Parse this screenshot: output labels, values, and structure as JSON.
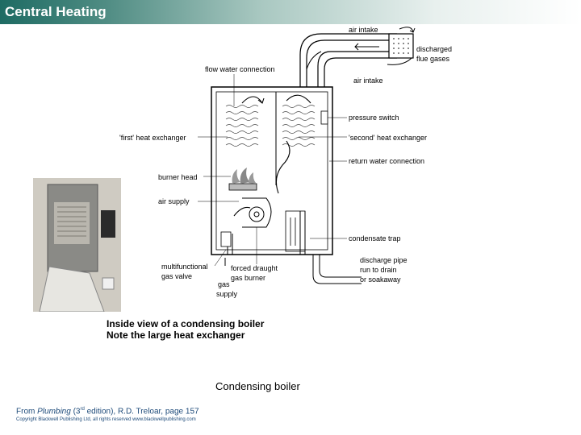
{
  "header": {
    "title": "Central Heating"
  },
  "labels": {
    "air_intake_top": "air intake",
    "discharged_1": "discharged",
    "discharged_2": "flue gases",
    "flow_water": "flow water connection",
    "air_intake_mid": "air intake",
    "pressure_switch": "pressure switch",
    "first_hx": "'first' heat exchanger",
    "second_hx": "'second' heat exchanger",
    "return_water": "return water connection",
    "burner_head": "burner head",
    "air_supply": "air supply",
    "condensate_trap": "condensate trap",
    "multi_1": "multifunctional",
    "multi_2": "gas valve",
    "forced_1": "forced draught",
    "forced_2": "gas burner",
    "gas_1": "gas",
    "gas_2": "supply",
    "pipe_1": "discharge pipe",
    "pipe_2": "run to drain",
    "pipe_3": "or soakaway"
  },
  "caption": {
    "line1": "Inside view of a condensing boiler",
    "line2": "Note the large heat exchanger"
  },
  "subtitle": "Condensing boiler",
  "source": {
    "prefix": "From ",
    "book": "Plumbing",
    "open": " (3",
    "sup": "rd",
    "rest": " edition), R.D. Treloar, page 157"
  },
  "copyright": "Copyright Blackwell Publishing Ltd, all rights reserved  www.blackwellpublishing.com",
  "colors": {
    "header_dark": "#1e6b63",
    "source_text": "#1e4b7a"
  }
}
